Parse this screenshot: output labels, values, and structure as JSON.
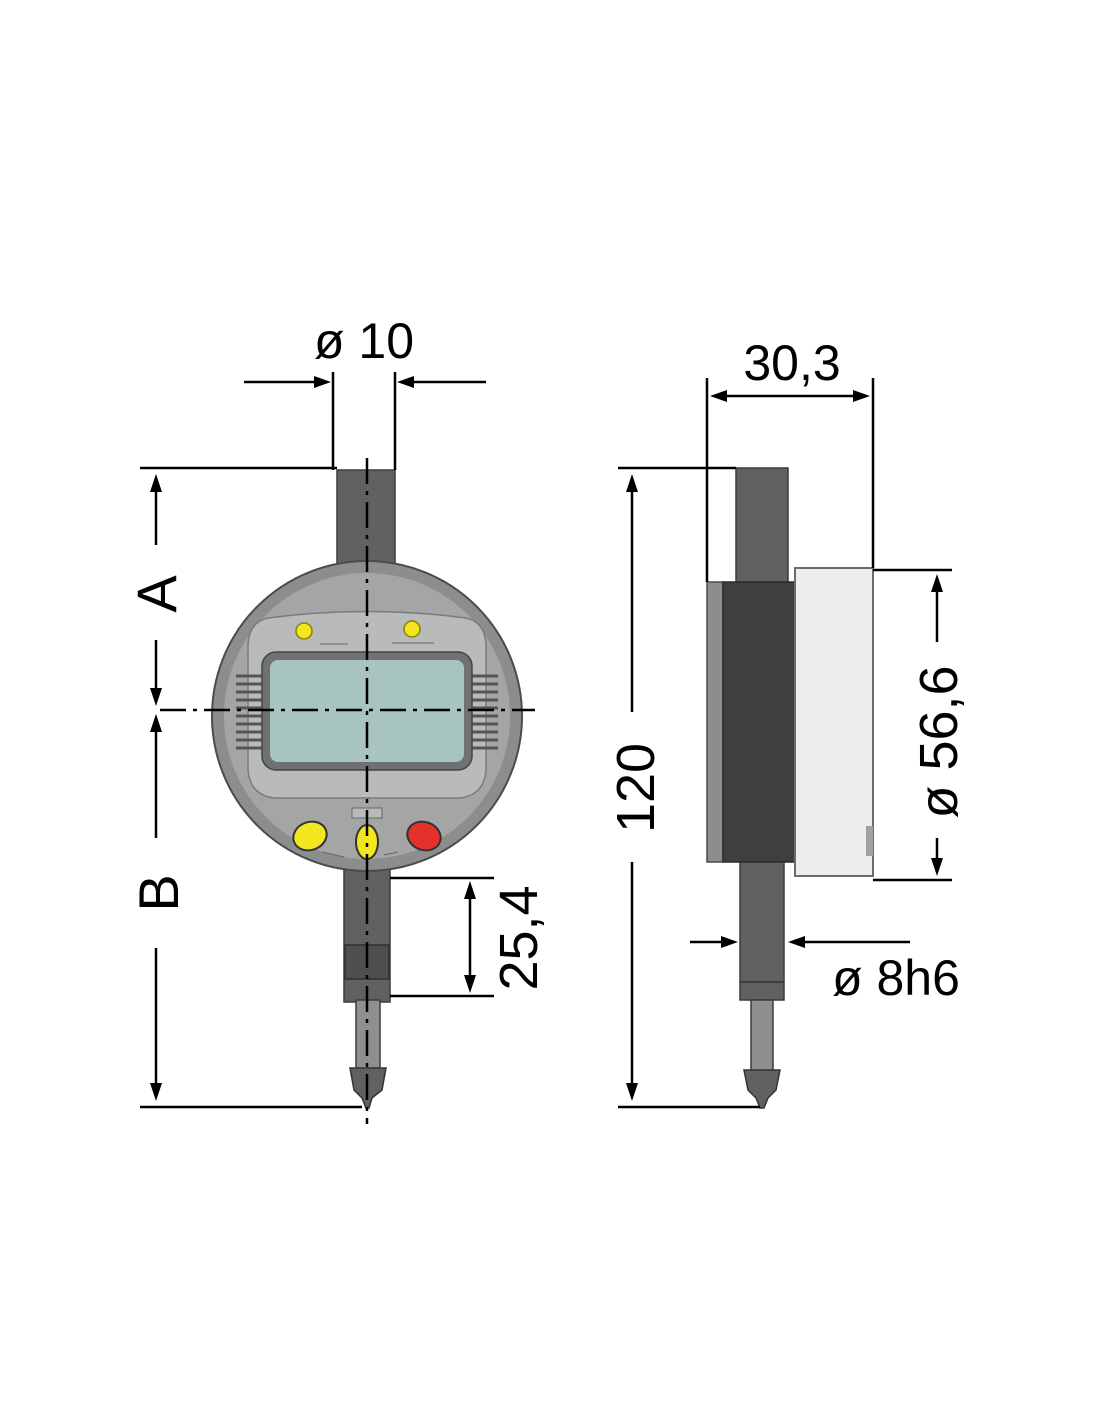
{
  "dimensions": {
    "top_diameter": "ø 10",
    "label_a": "A",
    "label_b": "B",
    "travel": "25,4",
    "depth": "30,3",
    "height": "120",
    "dial_diameter": "ø 56,6",
    "stem_diameter": "ø 8h6"
  },
  "colors": {
    "body": "#5f6261",
    "bezel": "#9a9c9b",
    "lcd": "#a8c4c0",
    "button_yellow": "#f2e71e",
    "button_red": "#e5312b"
  }
}
